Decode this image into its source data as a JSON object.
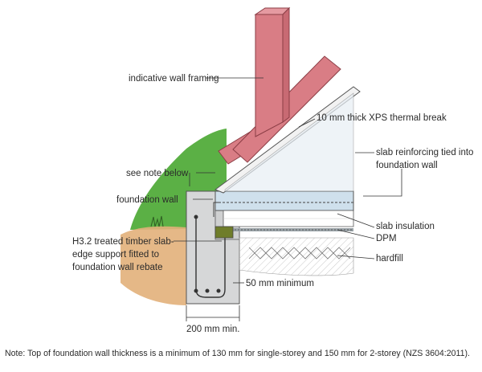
{
  "labels": {
    "wall_framing": "indicative wall framing",
    "thermal_break": "10 mm thick XPS thermal break",
    "see_note": "see note below",
    "slab_reinforcing_1": "slab reinforcing tied into",
    "slab_reinforcing_2": "foundation wall",
    "foundation_wall": "foundation wall",
    "timber_1": "H3.2 treated timber slab-",
    "timber_2": "edge support fitted to",
    "timber_3": "foundation wall rebate",
    "slab_insulation": "slab insulation",
    "dpm": "DPM",
    "hardfill": "hardfill",
    "min_50": "50 mm minimum",
    "min_200": "200 mm min."
  },
  "note": "Note: Top of foundation wall thickness is a minimum of 130 mm for single-storey and 150 mm for 2-storey (NZS 3604:2011).",
  "colors": {
    "framing": "#d97d85",
    "concrete": "#d6d7d8",
    "grass": "#5bb045",
    "soil": "#e2b07a",
    "xps": "#f2f2f2",
    "slab": "#cfe0ec",
    "slab_insulation": "#ffffff",
    "timber": "#6f7d2a",
    "leader": "#333333"
  }
}
